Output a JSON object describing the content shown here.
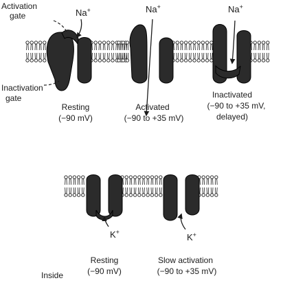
{
  "labels": {
    "activation_gate": [
      "Activation",
      "gate"
    ],
    "inactivation_gate": [
      "Inactivation",
      "gate"
    ],
    "na_ion": "Na",
    "k_ion": "K",
    "ion_charge": "+",
    "inside": "Inside"
  },
  "states": {
    "na_resting": {
      "name": "Resting",
      "voltage": "(−90 mV)"
    },
    "na_activated": {
      "name": "Activated",
      "voltage": "(−90 to  +35 mV)"
    },
    "na_inactivated": {
      "name": "Inactivated",
      "voltage": "(−90 to  +35 mV,",
      "extra": "delayed)"
    },
    "k_resting": {
      "name": "Resting",
      "voltage": "(−90 mV)"
    },
    "k_slow": {
      "name": "Slow activation",
      "voltage": "(−90 to  +35 mV)"
    }
  }
}
